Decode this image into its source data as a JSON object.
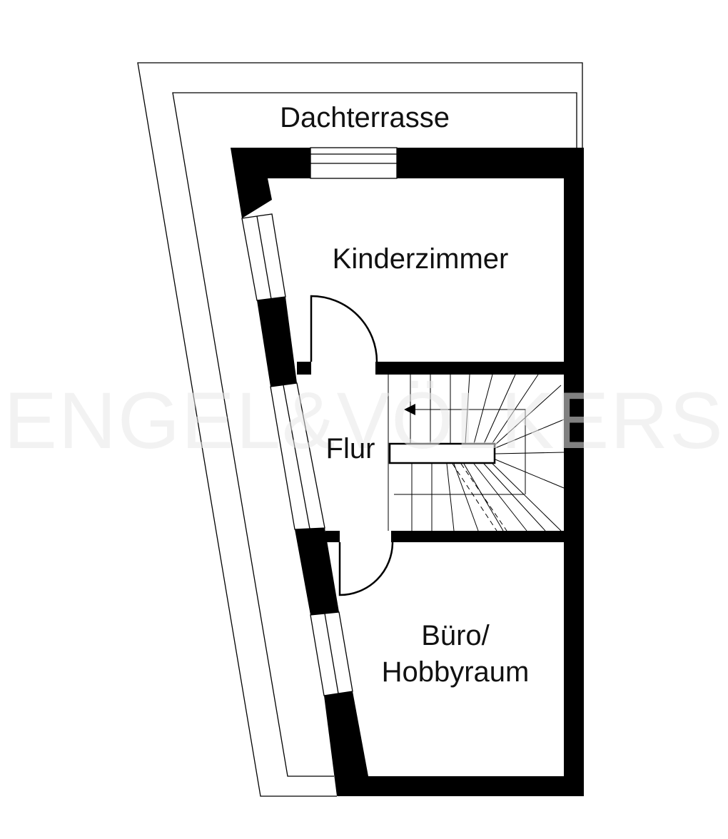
{
  "rooms": {
    "terrace": "Dachterrasse",
    "kids_room": "Kinderzimmer",
    "hallway": "Flur",
    "office_line1": "Büro/",
    "office_line2": "Hobbyraum"
  },
  "watermark": "ENGEL&VÖLKERS",
  "colors": {
    "wall": "#000000",
    "line": "#000000",
    "background": "#ffffff",
    "watermark": "#e9e9e9"
  }
}
